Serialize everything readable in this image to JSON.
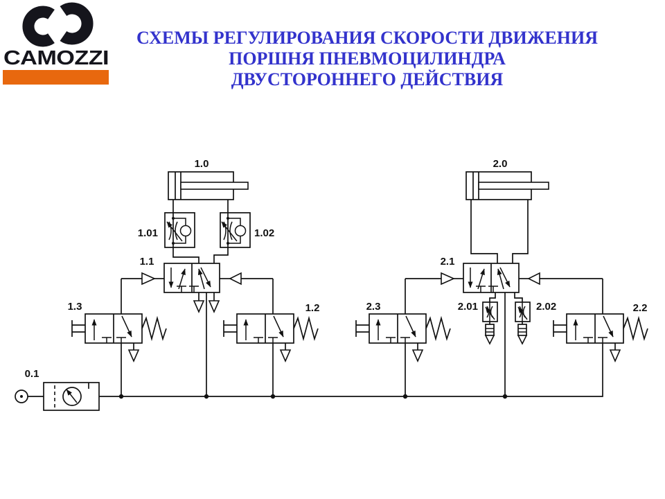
{
  "logo": {
    "brand": "CAMOZZI",
    "accent_color": "#E8680E",
    "mark_color": "#15151c"
  },
  "title": {
    "line1": "СХЕМЫ РЕГУЛИРОВАНИЯ СКОРОСТИ ДВИЖЕНИЯ",
    "line2": "ПОРШНЯ ПНЕВМОЦИЛИНДРА",
    "line3": "ДВУСТОРОННЕГО ДЕЙСТВИЯ",
    "color": "#3333CC"
  },
  "schematic": {
    "labels": {
      "air_unit": "0.1",
      "cylinder_1": "1.0",
      "flow_control_1_01": "1.01",
      "flow_control_1_02": "1.02",
      "main_valve_1": "1.1",
      "pushbutton_valve_1_2": "1.2",
      "pushbutton_valve_1_3": "1.3",
      "cylinder_2": "2.0",
      "exhaust_throttle_2_01": "2.01",
      "exhaust_throttle_2_02": "2.02",
      "main_valve_2": "2.1",
      "pushbutton_valve_2_2": "2.2",
      "pushbutton_valve_2_3": "2.3"
    }
  }
}
